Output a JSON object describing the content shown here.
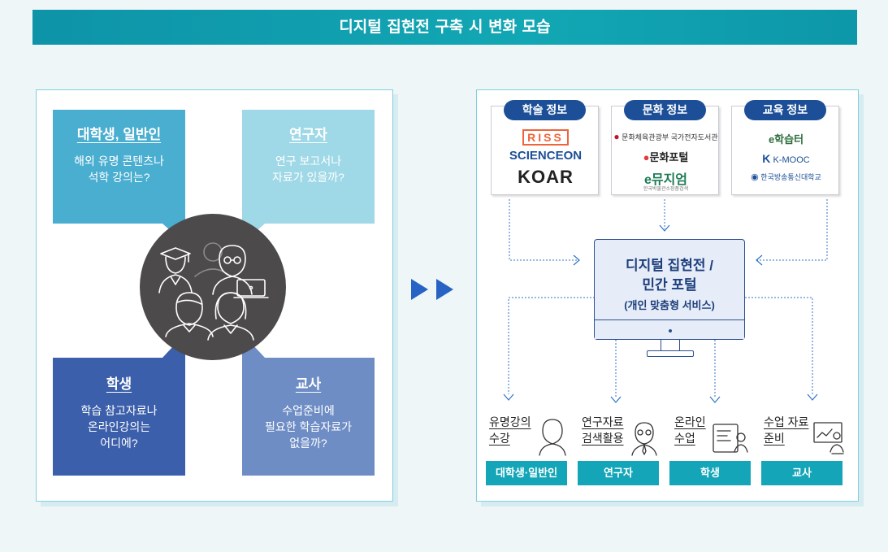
{
  "title": "디지털 집현전 구축 시 변화 모습",
  "questions": [
    {
      "title": "대학생, 일반인",
      "body": "해외 유명 콘텐츠나\n석학 강의는?"
    },
    {
      "title": "연구자",
      "body": "연구 보고서나\n자료가 있을까?"
    },
    {
      "title": "학생",
      "body": "학습 참고자료나\n온라인강의는\n어디에?"
    },
    {
      "title": "교사",
      "body": "수업준비에\n필요한 학습자료가\n없을까?"
    }
  ],
  "sources": [
    {
      "label": "학술 정보",
      "logos": [
        "RISS",
        "SCIENCEON",
        "KOAR"
      ]
    },
    {
      "label": "문화 정보",
      "logos": [
        "문화체육관광부 국가전자도서관",
        "문화포털",
        "e뮤지엄"
      ],
      "small": "한국박물관소장품검색"
    },
    {
      "label": "교육 정보",
      "logos": [
        "e학습터",
        "K-MOOC",
        "한국방송통신대학교"
      ]
    }
  ],
  "portal": {
    "line1": "디지털 집현전 /",
    "line2": "민간 포털",
    "line3": "(개인 맞춤형 서비스)"
  },
  "outcomes": [
    {
      "text": "유명강의\n수강",
      "tab": "대학생·일반인"
    },
    {
      "text": "연구자료\n검색활용",
      "tab": "연구자"
    },
    {
      "text": "온라인\n수업",
      "tab": "학생"
    },
    {
      "text": "수업 자료\n준비",
      "tab": "교사"
    }
  ],
  "colors": {
    "accent": "#14a6b8",
    "navy": "#1c4f97",
    "q1": "#4aaed0",
    "q2": "#9fd8e6",
    "q3": "#3b5faa",
    "q4": "#6e8dc5"
  },
  "icons": [
    "graduate-icon",
    "researcher-icon",
    "student-icon",
    "teacher-icon",
    "play-arrow-icon",
    "monitor-icon"
  ]
}
